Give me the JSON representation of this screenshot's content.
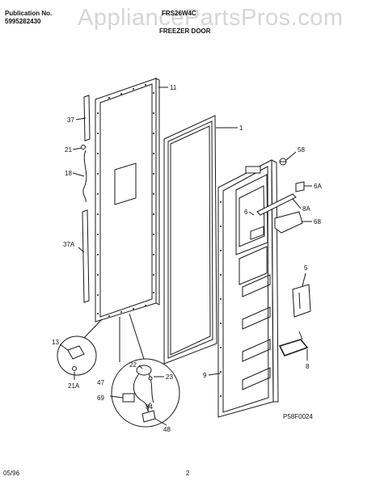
{
  "watermark": "AppliancePartsPros.com",
  "header": {
    "publication_label": "Publication No.",
    "publication_number": "5995282430",
    "model": "FRS26W4C",
    "section_title": "FREEZER DOOR"
  },
  "footer": {
    "date": "05/96",
    "page": "2",
    "figure_code": "P58F0024"
  },
  "callouts": {
    "c11": "11",
    "c1": "1",
    "c37": "37",
    "c21": "21",
    "c18": "18",
    "c37A": "37A",
    "c58": "58",
    "c6A": "6A",
    "c8A": "8A",
    "c6": "6",
    "c68": "68",
    "c5": "5",
    "c8": "8",
    "c9": "9",
    "c13": "13",
    "c21A": "21A",
    "c22": "22",
    "c47": "47",
    "c23": "23",
    "c69": "69",
    "c84": "84",
    "c48": "48"
  }
}
